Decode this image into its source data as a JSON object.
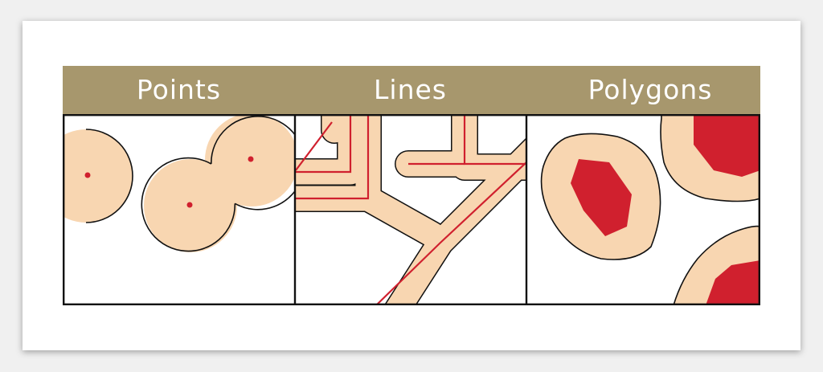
{
  "panels": [
    {
      "id": "points",
      "label": "Points"
    },
    {
      "id": "lines",
      "label": "Lines"
    },
    {
      "id": "polygons",
      "label": "Polygons"
    }
  ],
  "colors": {
    "header": "#a7976d",
    "buffer": "#f8d6b1",
    "feature": "#d0202e",
    "outline": "#111111",
    "background": "#ffffff"
  }
}
